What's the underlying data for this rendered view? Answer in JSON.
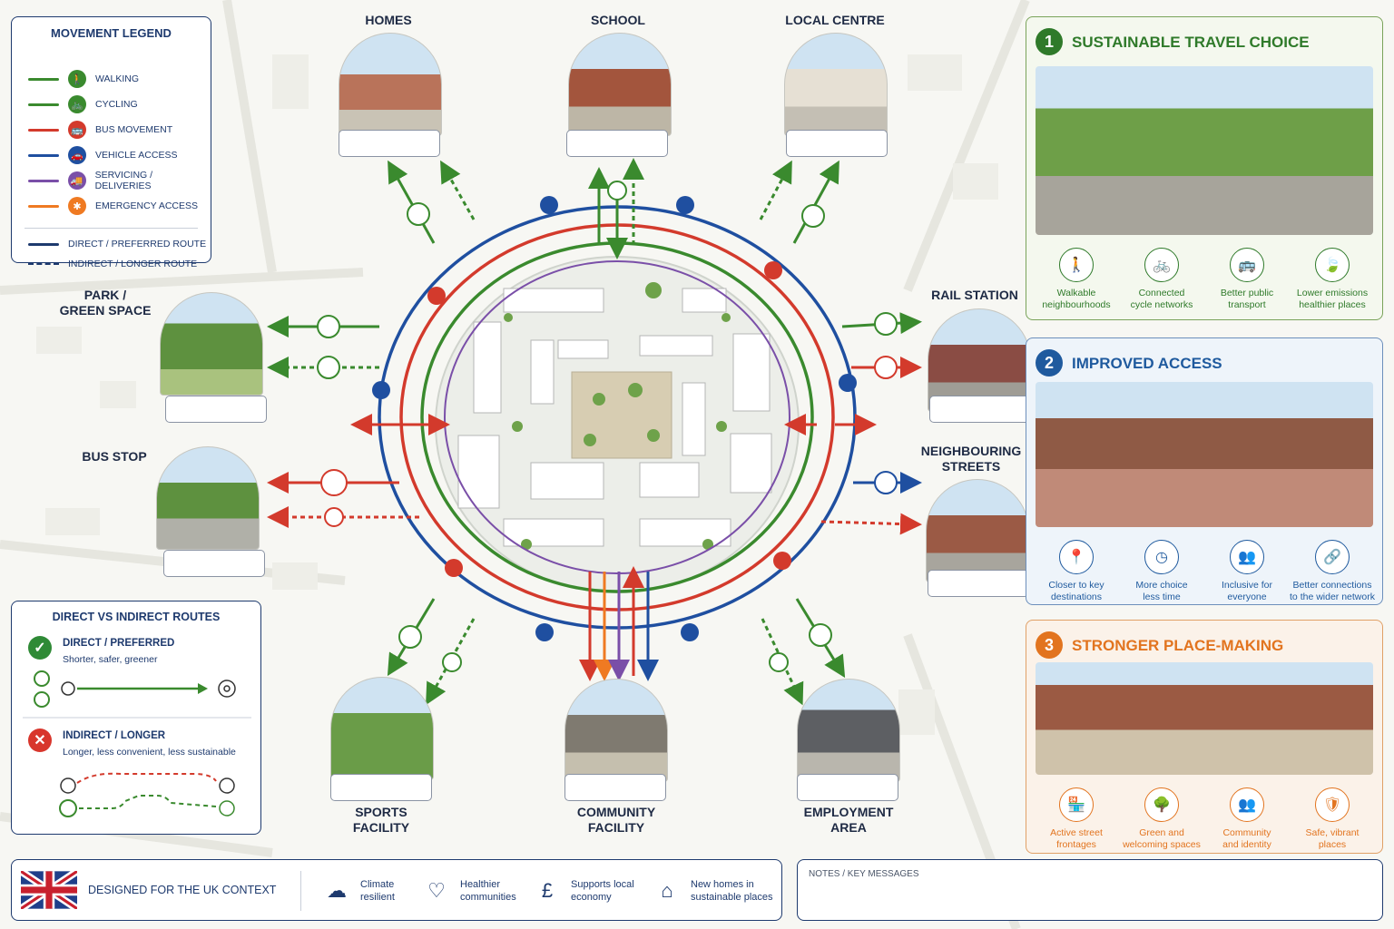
{
  "legend": {
    "title": "MOVEMENT LEGEND",
    "items": [
      {
        "label": "WALKING",
        "color": "#3a8a2e",
        "icon": "walking-icon",
        "glyph": "🚶"
      },
      {
        "label": "CYCLING",
        "color": "#3a8a2e",
        "icon": "cycling-icon",
        "glyph": "🚲"
      },
      {
        "label": "BUS MOVEMENT",
        "color": "#d33a2c",
        "icon": "bus-icon",
        "glyph": "🚌"
      },
      {
        "label": "VEHICLE ACCESS",
        "color": "#1f4fa0",
        "icon": "car-icon",
        "glyph": "🚗"
      },
      {
        "label": "SERVICING / DELIVERIES",
        "color": "#7a4fa8",
        "icon": "van-icon",
        "glyph": "🚚"
      },
      {
        "label": "EMERGENCY ACCESS",
        "color": "#ef7a22",
        "icon": "emergency-icon",
        "glyph": "✱"
      }
    ],
    "direct_label": "DIRECT / PREFERRED ROUTE",
    "indirect_label": "INDIRECT / LONGER ROUTE"
  },
  "destinations": {
    "homes": "HOMES",
    "school": "SCHOOL",
    "local_centre": "LOCAL CENTRE",
    "park_line1": "PARK /",
    "park_line2": "GREEN SPACE",
    "rail": "RAIL STATION",
    "bus_stop": "BUS STOP",
    "neighbouring_line1": "NEIGHBOURING",
    "neighbouring_line2": "STREETS",
    "sports_line1": "SPORTS",
    "sports_line2": "FACILITY",
    "community_line1": "COMMUNITY",
    "community_line2": "FACILITY",
    "employment_line1": "EMPLOYMENT",
    "employment_line2": "AREA"
  },
  "direct_vs_indirect": {
    "title": "DIRECT VS INDIRECT ROUTES",
    "direct_title": "DIRECT / PREFERRED",
    "direct_sub": "Shorter, safer, greener",
    "indirect_title": "INDIRECT / LONGER",
    "indirect_sub": "Longer, less convenient, less sustainable"
  },
  "panels": [
    {
      "num": "1",
      "title": "SUSTAINABLE TRAVEL CHOICE",
      "color": "#2f7a2a",
      "features": [
        {
          "line1": "Walkable",
          "line2": "neighbourhoods",
          "icon": "walking-icon",
          "glyph": "🚶"
        },
        {
          "line1": "Connected",
          "line2": "cycle networks",
          "icon": "cycling-icon",
          "glyph": "🚲"
        },
        {
          "line1": "Better public",
          "line2": "transport",
          "icon": "bus-icon",
          "glyph": "🚌"
        },
        {
          "line1": "Lower emissions",
          "line2": "healthier places",
          "icon": "leaf-icon",
          "glyph": "🍃"
        }
      ]
    },
    {
      "num": "2",
      "title": "IMPROVED ACCESS",
      "color": "#1f5a9e",
      "features": [
        {
          "line1": "Closer to key",
          "line2": "destinations",
          "icon": "location-pin-icon",
          "glyph": "📍"
        },
        {
          "line1": "More choice",
          "line2": "less time",
          "icon": "clock-icon",
          "glyph": "◷"
        },
        {
          "line1": "Inclusive for",
          "line2": "everyone",
          "icon": "people-icon",
          "glyph": "👥"
        },
        {
          "line1": "Better connections",
          "line2": "to the wider network",
          "icon": "link-icon",
          "glyph": "🔗"
        }
      ]
    },
    {
      "num": "3",
      "title": "STRONGER PLACE-MAKING",
      "color": "#e2741f",
      "features": [
        {
          "line1": "Active street",
          "line2": "frontages",
          "icon": "shopfront-icon",
          "glyph": "🏪"
        },
        {
          "line1": "Green and",
          "line2": "welcoming spaces",
          "icon": "tree-icon",
          "glyph": "🌳"
        },
        {
          "line1": "Community",
          "line2": "and identity",
          "icon": "community-icon",
          "glyph": "👥"
        },
        {
          "line1": "Safe, vibrant",
          "line2": "places",
          "icon": "shield-icon",
          "glyph": "🛡"
        }
      ]
    }
  ],
  "footer": {
    "uk_label": "DESIGNED FOR THE UK CONTEXT",
    "items": [
      {
        "line1": "Climate",
        "line2": "resilient",
        "icon": "cloud-rain-icon",
        "glyph": "☁"
      },
      {
        "line1": "Healthier",
        "line2": "communities",
        "icon": "heart-icon",
        "glyph": "♡"
      },
      {
        "line1": "Supports local",
        "line2": "economy",
        "icon": "pound-icon",
        "glyph": "£"
      },
      {
        "line1": "New homes in",
        "line2": "sustainable places",
        "icon": "house-icon",
        "glyph": "⌂"
      }
    ]
  },
  "notes": {
    "title": "NOTES / KEY MESSAGES"
  },
  "colors": {
    "green": "#3a8a2e",
    "red": "#d33a2c",
    "blue": "#1f4fa0",
    "purple": "#7a4fa8",
    "orange": "#ef7a22"
  }
}
